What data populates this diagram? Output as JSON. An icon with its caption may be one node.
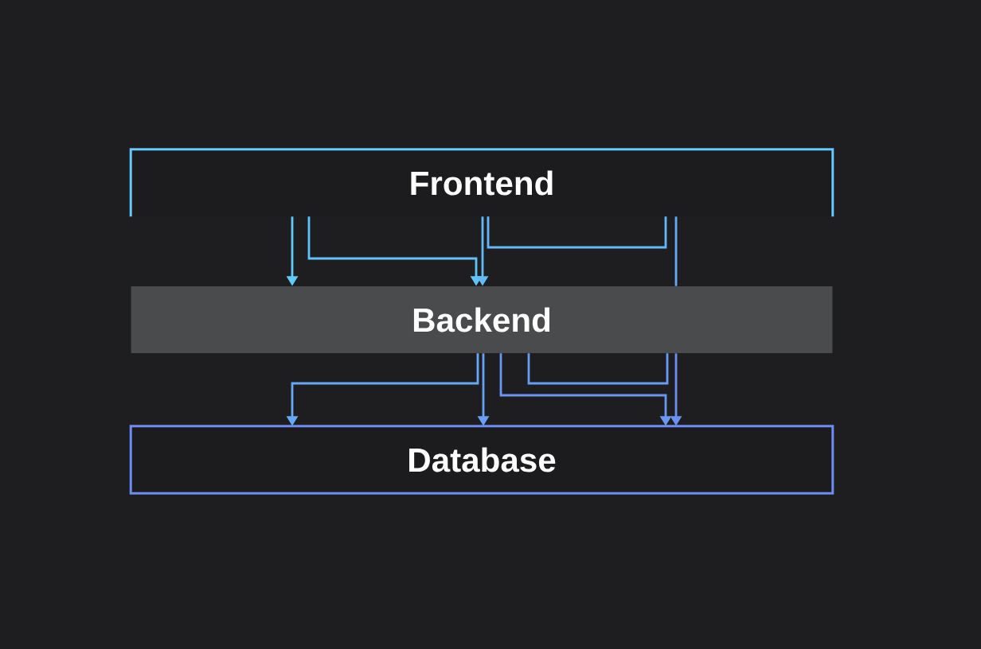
{
  "diagram": {
    "nodes": [
      {
        "text": [
          "Frontend"
        ]
      },
      {
        "text": [
          "Backend"
        ]
      },
      {
        "text": [
          "Database"
        ]
      }
    ],
    "edges": [
      {
        "from": 0,
        "to": 1,
        "arrow": "to"
      },
      {
        "from": 0,
        "to": 1,
        "arrow": "to"
      },
      {
        "from": 0,
        "to": 1,
        "arrow": "to"
      },
      {
        "from": 0,
        "to": 0,
        "arrow": "none"
      },
      {
        "from": 0,
        "to": 1,
        "arrow": "none"
      },
      {
        "from": 1,
        "to": 2,
        "arrow": "to"
      },
      {
        "from": 1,
        "to": 2,
        "arrow": "to"
      },
      {
        "from": 1,
        "to": 2,
        "arrow": "to"
      },
      {
        "from": 1,
        "to": 1,
        "arrow": "none"
      },
      {
        "from": 1,
        "to": 2,
        "arrow": "to"
      }
    ]
  }
}
